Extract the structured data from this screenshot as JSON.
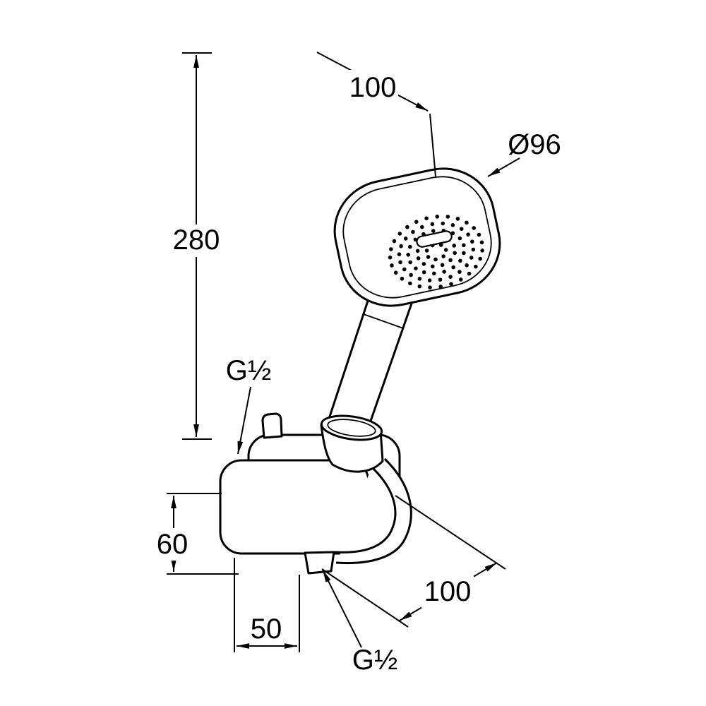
{
  "drawing": {
    "title": "hand-shower-with-wall-bracket-technical-drawing",
    "labels": {
      "height_overall": "280",
      "offset_top": "100",
      "head_diameter": "Ø96",
      "bracket_height": "60",
      "bracket_width": "50",
      "offset_bottom": "100",
      "thread_top": "G½",
      "thread_bottom": "G½"
    },
    "colors": {
      "line": "#000000",
      "background": "#ffffff"
    }
  }
}
